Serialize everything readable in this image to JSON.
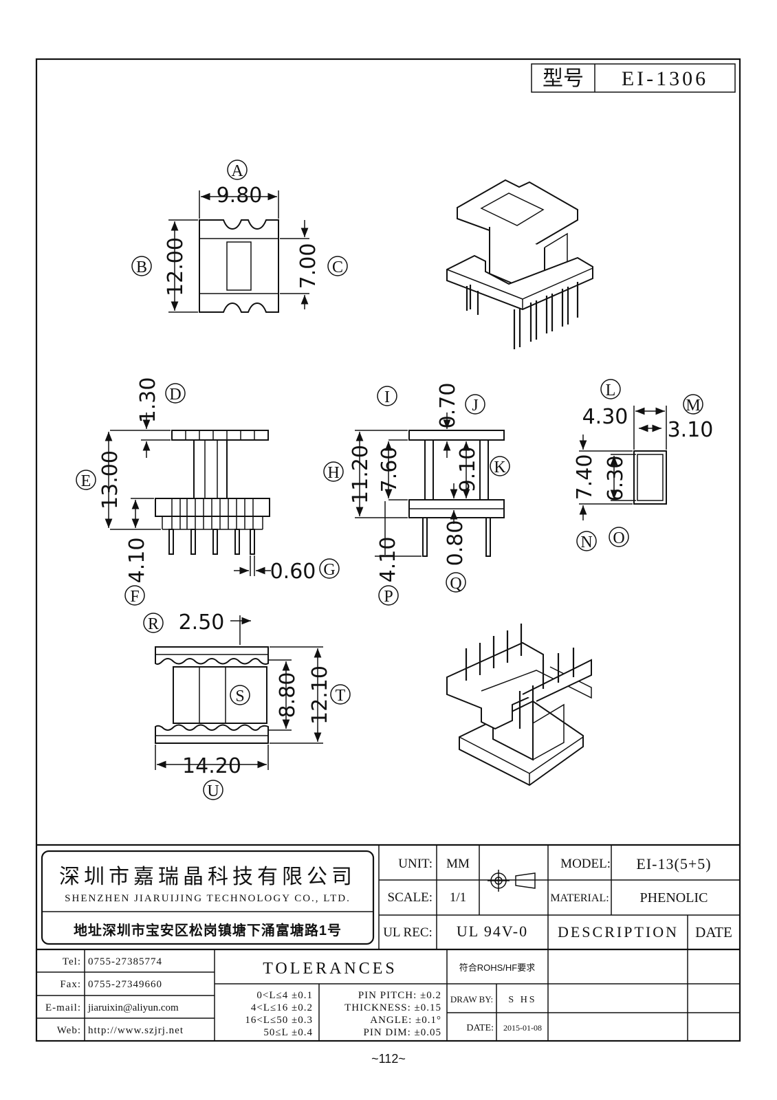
{
  "header": {
    "model_label": "型号",
    "model_value": "EI-1306"
  },
  "views": {
    "top": {
      "A_label": "A",
      "A_dim": "9.80",
      "B_label": "B",
      "B_dim": "12.00",
      "C_label": "C",
      "C_dim": "7.00"
    },
    "side1": {
      "D_label": "D",
      "D_dim": "1.30",
      "E_label": "E",
      "E_dim": "13.00",
      "F_label": "F",
      "F_dim": "4.10",
      "G_label": "G",
      "G_dim": "0.60"
    },
    "side2": {
      "H_label": "H",
      "H_dim": "11.20",
      "I_label": "I",
      "I_dim": "7.60",
      "J_label": "J",
      "J_dim": "0.70",
      "K_label": "K",
      "K_dim": "9.10",
      "P_label": "P",
      "P_dim": "4.10",
      "Q_label": "Q",
      "Q_dim": "0.80"
    },
    "section": {
      "L_label": "L",
      "L_dim": "4.30",
      "M_label": "M",
      "M_dim": "3.10",
      "N_label": "N",
      "N_dim": "7.40",
      "O_label": "O",
      "O_dim": "6.30"
    },
    "front": {
      "R_label": "R",
      "R_dim": "2.50",
      "S_label": "S",
      "T_label": "T",
      "T_dim": "12.10",
      "T_inner_dim": "8.80",
      "U_label": "U",
      "U_dim": "14.20"
    }
  },
  "title_block": {
    "company_cn": "深圳市嘉瑞晶科技有限公司",
    "company_en": "SHENZHEN JIARUIJING TECHNOLOGY CO., LTD.",
    "address": "地址深圳市宝安区松岗镇塘下涌富塘路1号",
    "unit_label": "UNIT:",
    "unit_value": "MM",
    "scale_label": "SCALE:",
    "scale_value": "1/1",
    "model_label": "MODEL:",
    "model_value": "EI-13(5+5)",
    "material_label": "MATERIAL:",
    "material_value": "PHENOLIC",
    "ulrec_label": "UL REC:",
    "ulrec_value": "UL 94V-0",
    "description_header": "DESCRIPTION",
    "date_header": "DATE",
    "tel_label": "Tel:",
    "tel_value": "0755-27385774",
    "fax_label": "Fax:",
    "fax_value": "0755-27349660",
    "email_label": "E-mail:",
    "email_value": "jiaruixin@aliyun.com",
    "web_label": "Web:",
    "web_value": "http://www.szjrj.net",
    "tolerances_title": "TOLERANCES",
    "tol_rows": [
      "0<L≤4 ±0.1",
      "4<L≤16 ±0.2",
      "16<L≤50 ±0.3",
      "50≤L ±0.4"
    ],
    "spec_rows": [
      "PIN PITCH: ±0.2",
      "THICKNESS: ±0.15",
      "ANGLE: ±0.1°",
      "PIN DIM: ±0.05"
    ],
    "rohs": "符合ROHS/HF要求",
    "drawby_label": "DRAW BY:",
    "drawby_value": "S HS",
    "date_label": "DATE:",
    "date_value": "2015-01-08"
  },
  "page_number": "~112~"
}
